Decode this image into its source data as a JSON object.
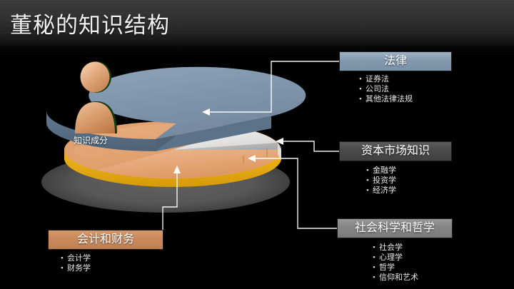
{
  "slide": {
    "title": "董秘的知识结构",
    "background_color": "#000000",
    "title_color": "#f2f2f2"
  },
  "diagram": {
    "center_label": "知识成分",
    "person_icon": "person-icon"
  },
  "chart_data": {
    "type": "pie",
    "title": "知识成分",
    "categories": [
      "法律",
      "会计和财务",
      "资本市场知识",
      "社会科学和哲学"
    ],
    "colors": [
      "#7e94ab",
      "#e0a070",
      "#d8d8d8",
      "#f0f0f0"
    ],
    "exploded": [
      "法律"
    ],
    "legend": "none",
    "three_d": true
  },
  "boxes": [
    {
      "id": "legal",
      "title": "法律",
      "color": "#8399ae",
      "bullets": [
        "证券法",
        "公司法",
        "其他法律法规"
      ]
    },
    {
      "id": "capital",
      "title": "资本市场知识",
      "color": "#4a4a4a",
      "bullets": [
        "金融学",
        "投资学",
        "经济学"
      ]
    },
    {
      "id": "social",
      "title": "社会科学和哲学",
      "color": "#858585",
      "bullets": [
        "社会学",
        "心理学",
        "哲学",
        "信仰和艺术"
      ]
    },
    {
      "id": "accounting",
      "title": "会计和财务",
      "color": "#c98a5c",
      "bullets": [
        "会计学",
        "财务学"
      ]
    }
  ]
}
